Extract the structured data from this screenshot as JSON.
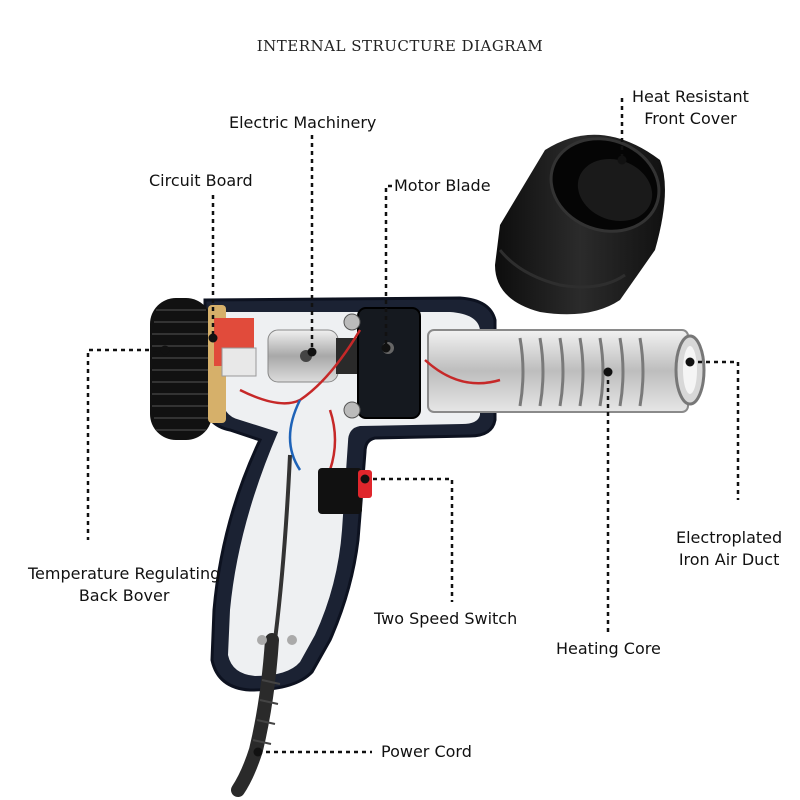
{
  "title": "INTERNAL STRUCTURE DIAGRAM",
  "labels": {
    "heat_resistant_front_cover": [
      "Heat Resistant",
      "Front Cover"
    ],
    "electric_machinery": "Electric Machinery",
    "circuit_board": "Circuit Board",
    "motor_blade": "Motor Blade",
    "temperature_regulating_back_cover": [
      "Temperature Regulating",
      "Back Bover"
    ],
    "electroplated_iron_air_duct": [
      "Electroplated",
      "Iron Air Duct"
    ],
    "two_speed_switch": "Two Speed Switch",
    "heating_core": "Heating Core",
    "power_cord": "Power Cord"
  },
  "colors": {
    "leader_line": "#111111",
    "body": "#1b2233",
    "switch": "#e0262c",
    "metal": "#c9c9c9"
  }
}
